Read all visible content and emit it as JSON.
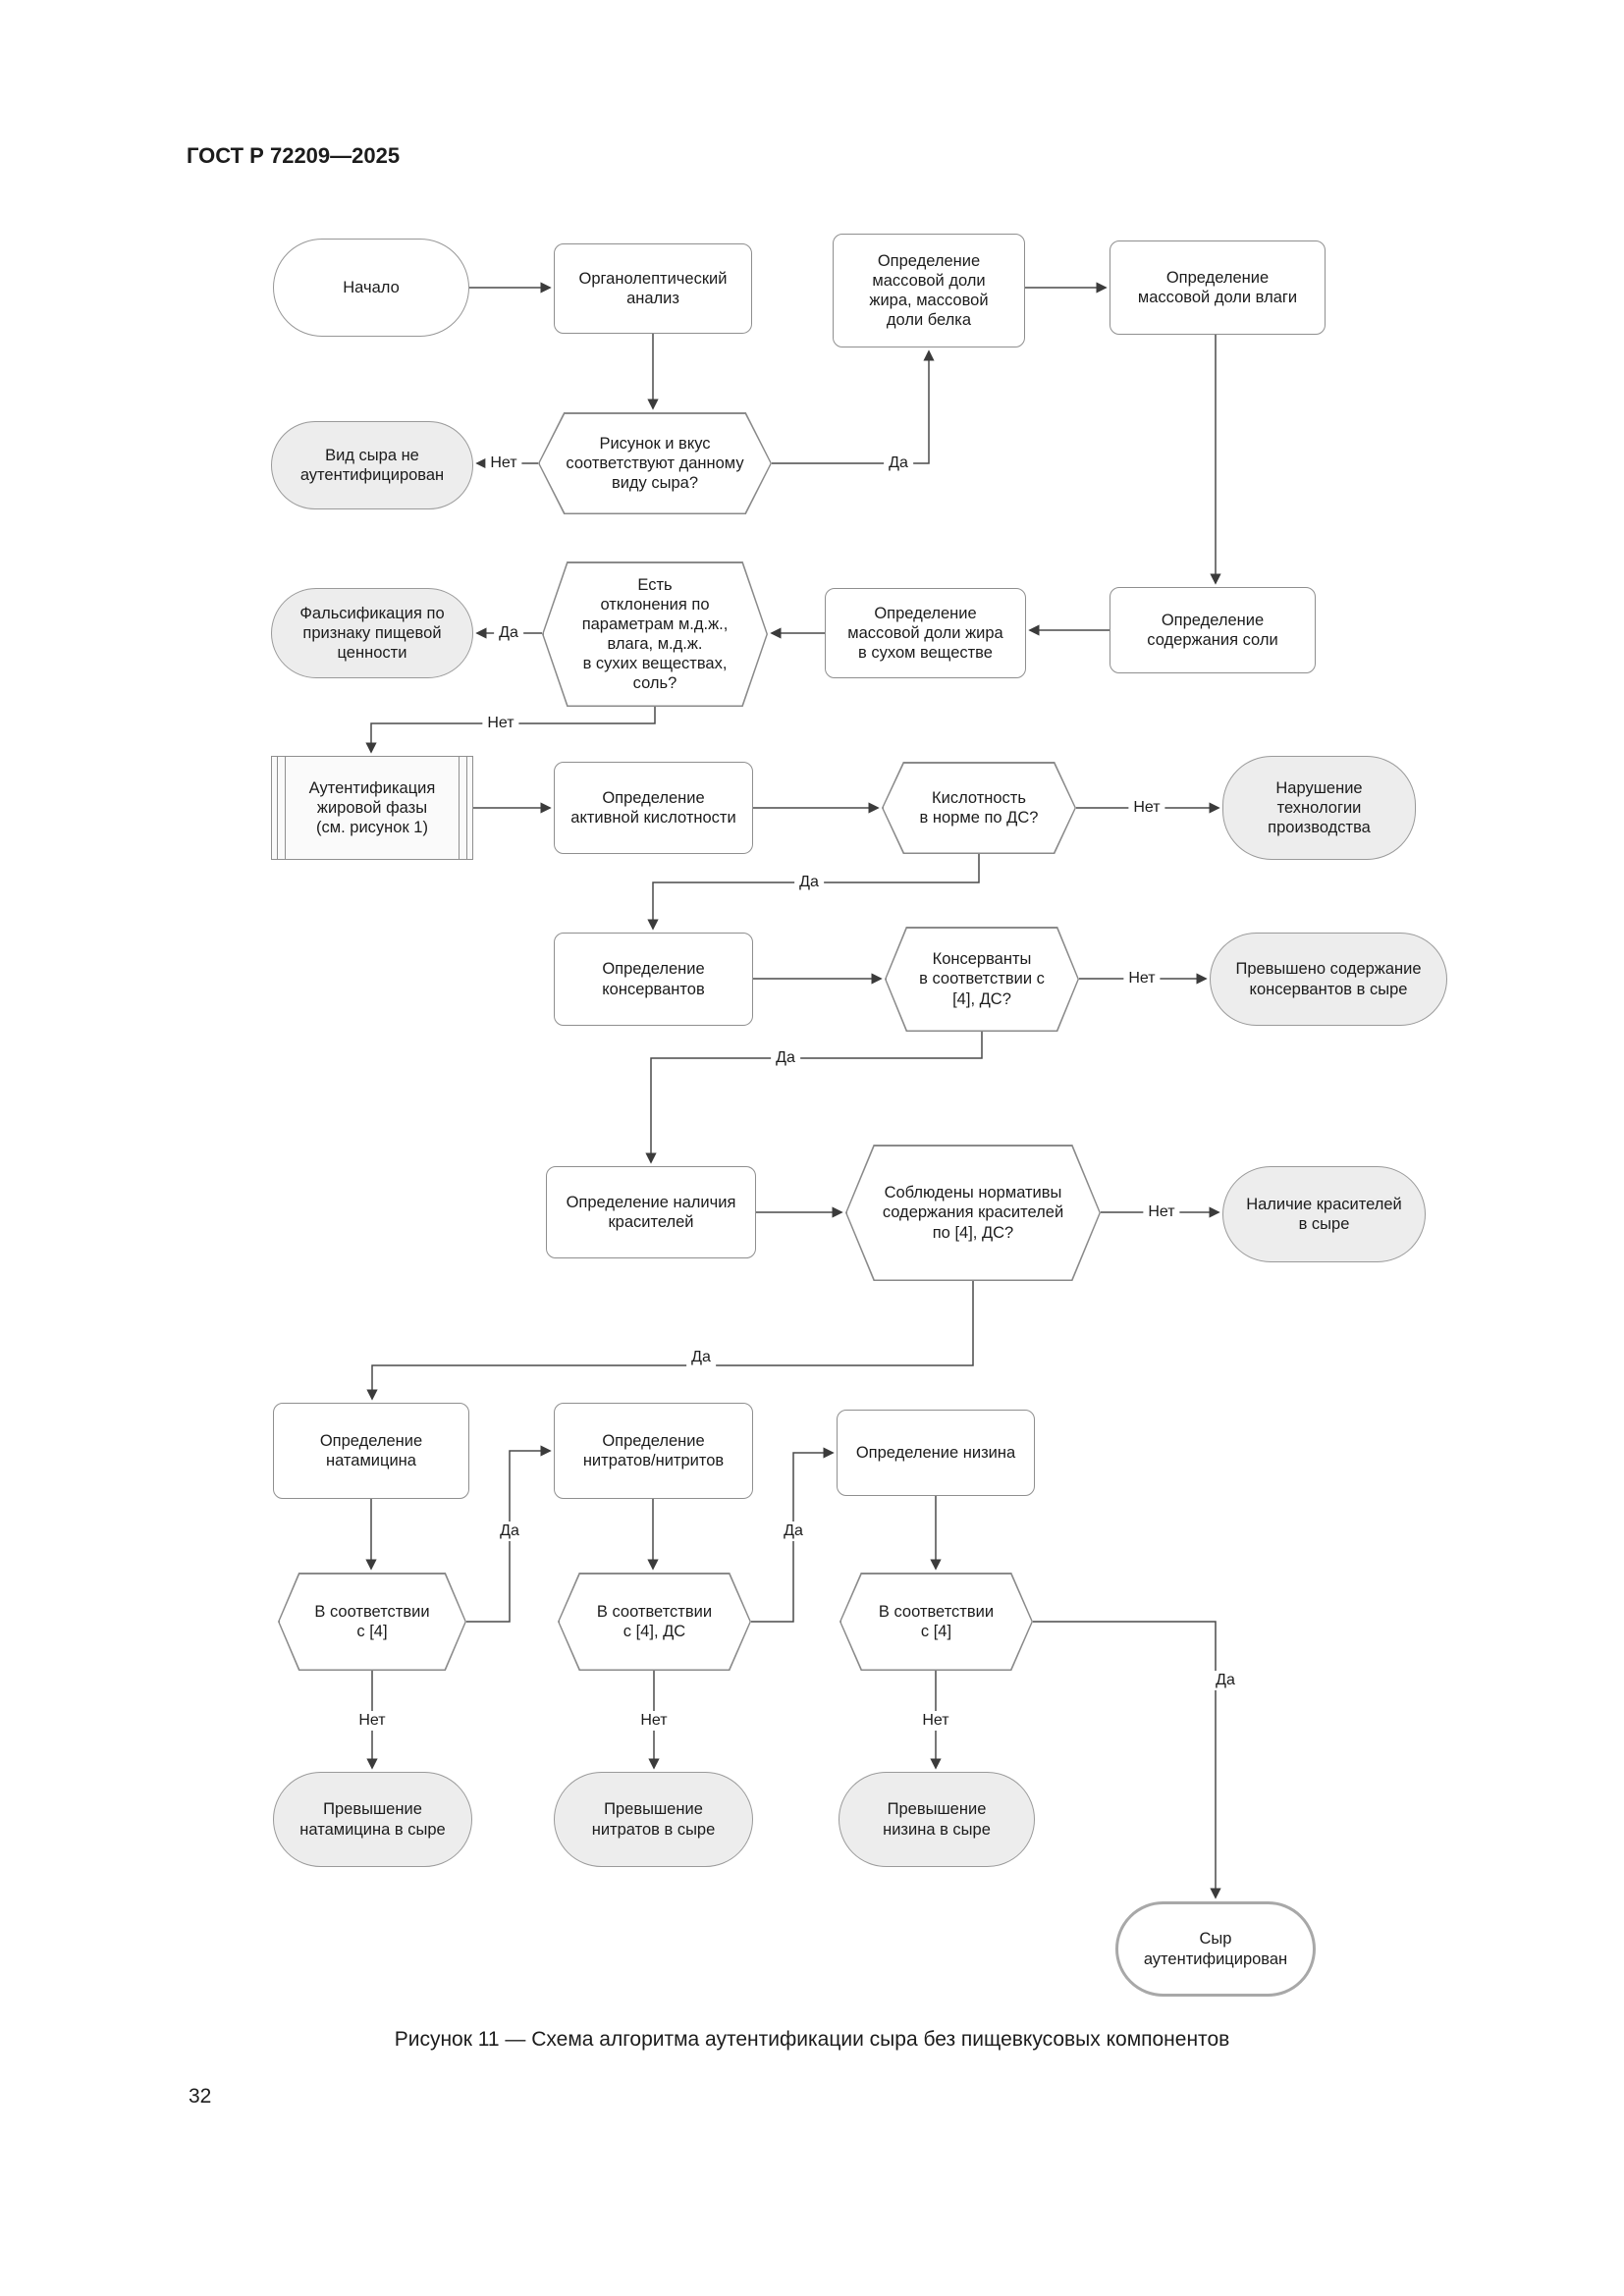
{
  "page": {
    "header": "ГОСТ Р 72209—2025",
    "page_number": "32",
    "caption": "Рисунок 11 — Схема алгоритма аутентификации сыра без пищевкусовых компонентов"
  },
  "labels": {
    "yes": "Да",
    "no": "Нет"
  },
  "nodes": {
    "start": "Начало",
    "organoleptic": "Органолептический\nанализ",
    "fat_protein": "Определение\nмассовой доли\nжира, массовой\nдоли белка",
    "moisture": "Определение\nмассовой доли влаги",
    "not_auth": "Вид сыра не\nаутентифицирован",
    "q_appearance": "Рисунок и вкус\nсоответствуют данному\nвиду сыра?",
    "falsification": "Фальсификация по\nпризнаку пищевой\nценности",
    "q_deviations": "Есть\nотклонения по\nпараметрам м.д.ж.,\nвлага, м.д.ж.\nв сухих веществах,\nсоль?",
    "fat_dry": "Определение\nмассовой доли жира\nв сухом веществе",
    "salt": "Определение\nсодержания соли",
    "fat_phase": "Аутентификация\nжировой фазы\n(см. рисунок 1)",
    "acidity": "Определение\nактивной кислотности",
    "q_acidity": "Кислотность\nв норме по ДС?",
    "tech_violation": "Нарушение\nтехнологии\nпроизводства",
    "preservatives": "Определение\nконсервантов",
    "q_preservatives": "Консерванты\nв соответствии с\n[4], ДС?",
    "preservatives_exceeded": "Превышено содержание\nконсервантов в сыре",
    "dyes": "Определение наличия\nкрасителей",
    "q_dyes": "Соблюдены нормативы\nсодержания красителей\nпо [4], ДС?",
    "dyes_present": "Наличие красителей\nв сыре",
    "natamycin": "Определение\nнатамицина",
    "nitrates": "Определение\nнитратов/нитритов",
    "nisin": "Определение низина",
    "q_natamycin": "В соответствии\nс [4]",
    "q_nitrates": "В соответствии\nс [4], ДС",
    "q_nisin": "В соответствии\nс [4]",
    "natamycin_exceeded": "Превышение\nнатамицина в сыре",
    "nitrates_exceeded": "Превышение\nнитратов в сыре",
    "nisin_exceeded": "Превышение\nнизина в сыре",
    "authenticated": "Сыр\nаутентифицирован"
  }
}
